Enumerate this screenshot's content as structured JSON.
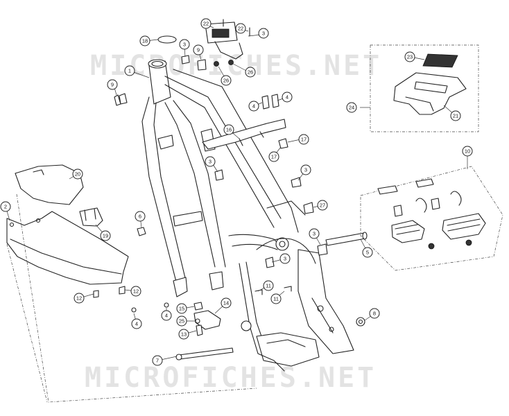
{
  "watermark": {
    "top": "MICROFICHES.NET",
    "bottom": "MICROFICHES.NET"
  },
  "colors": {
    "line": "#222222",
    "watermark": "#e3e3e3",
    "background": "#ffffff"
  },
  "callouts": [
    {
      "id": "c-1",
      "label": "1"
    },
    {
      "id": "c-2",
      "label": "2"
    },
    {
      "id": "c-3a",
      "label": "3"
    },
    {
      "id": "c-3b",
      "label": "3"
    },
    {
      "id": "c-3c",
      "label": "3"
    },
    {
      "id": "c-3d",
      "label": "3"
    },
    {
      "id": "c-3e",
      "label": "3"
    },
    {
      "id": "c-3f",
      "label": "3"
    },
    {
      "id": "c-4a",
      "label": "4"
    },
    {
      "id": "c-4b",
      "label": "4"
    },
    {
      "id": "c-4c",
      "label": "4"
    },
    {
      "id": "c-4d",
      "label": "4"
    },
    {
      "id": "c-5",
      "label": "5"
    },
    {
      "id": "c-6",
      "label": "6"
    },
    {
      "id": "c-7",
      "label": "7"
    },
    {
      "id": "c-8",
      "label": "8"
    },
    {
      "id": "c-9a",
      "label": "9"
    },
    {
      "id": "c-9b",
      "label": "9"
    },
    {
      "id": "c-10",
      "label": "10"
    },
    {
      "id": "c-11a",
      "label": "11"
    },
    {
      "id": "c-11b",
      "label": "11"
    },
    {
      "id": "c-12a",
      "label": "12"
    },
    {
      "id": "c-12b",
      "label": "12"
    },
    {
      "id": "c-13",
      "label": "13"
    },
    {
      "id": "c-14",
      "label": "14"
    },
    {
      "id": "c-15",
      "label": "15"
    },
    {
      "id": "c-16",
      "label": "16"
    },
    {
      "id": "c-17a",
      "label": "17"
    },
    {
      "id": "c-17b",
      "label": "17"
    },
    {
      "id": "c-18",
      "label": "18"
    },
    {
      "id": "c-19",
      "label": "19"
    },
    {
      "id": "c-20",
      "label": "20"
    },
    {
      "id": "c-21",
      "label": "21"
    },
    {
      "id": "c-22a",
      "label": "22"
    },
    {
      "id": "c-22b",
      "label": "22"
    },
    {
      "id": "c-23",
      "label": "23"
    },
    {
      "id": "c-24",
      "label": "24"
    },
    {
      "id": "c-25",
      "label": "25"
    },
    {
      "id": "c-26a",
      "label": "26"
    },
    {
      "id": "c-26b",
      "label": "26"
    },
    {
      "id": "c-27",
      "label": "27"
    }
  ]
}
